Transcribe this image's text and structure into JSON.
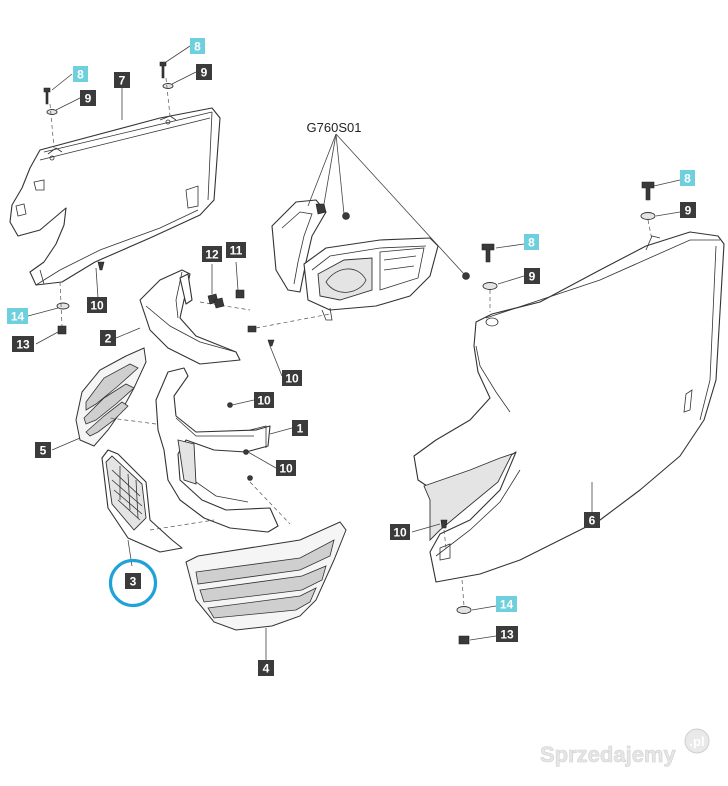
{
  "diagram": {
    "reference_code": "G760S01",
    "highlight_color": "#1ea2d8",
    "label_colors": {
      "standard": "#3b3b3b",
      "hardware": "#6fd0dd"
    },
    "callouts": [
      {
        "id": "c8a",
        "text": "8",
        "style": "hardware"
      },
      {
        "id": "c9a",
        "text": "9",
        "style": "standard"
      },
      {
        "id": "c8b",
        "text": "8",
        "style": "hardware"
      },
      {
        "id": "c9b",
        "text": "9",
        "style": "standard"
      },
      {
        "id": "c7",
        "text": "7",
        "style": "standard"
      },
      {
        "id": "c10a",
        "text": "10",
        "style": "standard"
      },
      {
        "id": "c14a",
        "text": "14",
        "style": "hardware"
      },
      {
        "id": "c13a",
        "text": "13",
        "style": "standard"
      },
      {
        "id": "c12",
        "text": "12",
        "style": "standard"
      },
      {
        "id": "c11",
        "text": "11",
        "style": "standard"
      },
      {
        "id": "c2",
        "text": "2",
        "style": "standard"
      },
      {
        "id": "c10b",
        "text": "10",
        "style": "standard"
      },
      {
        "id": "c10c",
        "text": "10",
        "style": "standard"
      },
      {
        "id": "c1",
        "text": "1",
        "style": "standard"
      },
      {
        "id": "c10d",
        "text": "10",
        "style": "standard"
      },
      {
        "id": "c5",
        "text": "5",
        "style": "standard"
      },
      {
        "id": "c3",
        "text": "3",
        "style": "standard"
      },
      {
        "id": "c4",
        "text": "4",
        "style": "standard"
      },
      {
        "id": "c8c",
        "text": "8",
        "style": "hardware"
      },
      {
        "id": "c9c",
        "text": "9",
        "style": "standard"
      },
      {
        "id": "c8d",
        "text": "8",
        "style": "hardware"
      },
      {
        "id": "c9d",
        "text": "9",
        "style": "standard"
      },
      {
        "id": "c6",
        "text": "6",
        "style": "standard"
      },
      {
        "id": "c10e",
        "text": "10",
        "style": "standard"
      },
      {
        "id": "c14b",
        "text": "14",
        "style": "hardware"
      },
      {
        "id": "c13b",
        "text": "13",
        "style": "standard"
      }
    ],
    "highlighted_callout": "3"
  },
  "watermark": {
    "text": "Sprzedajemy",
    "badge": ".pl"
  }
}
